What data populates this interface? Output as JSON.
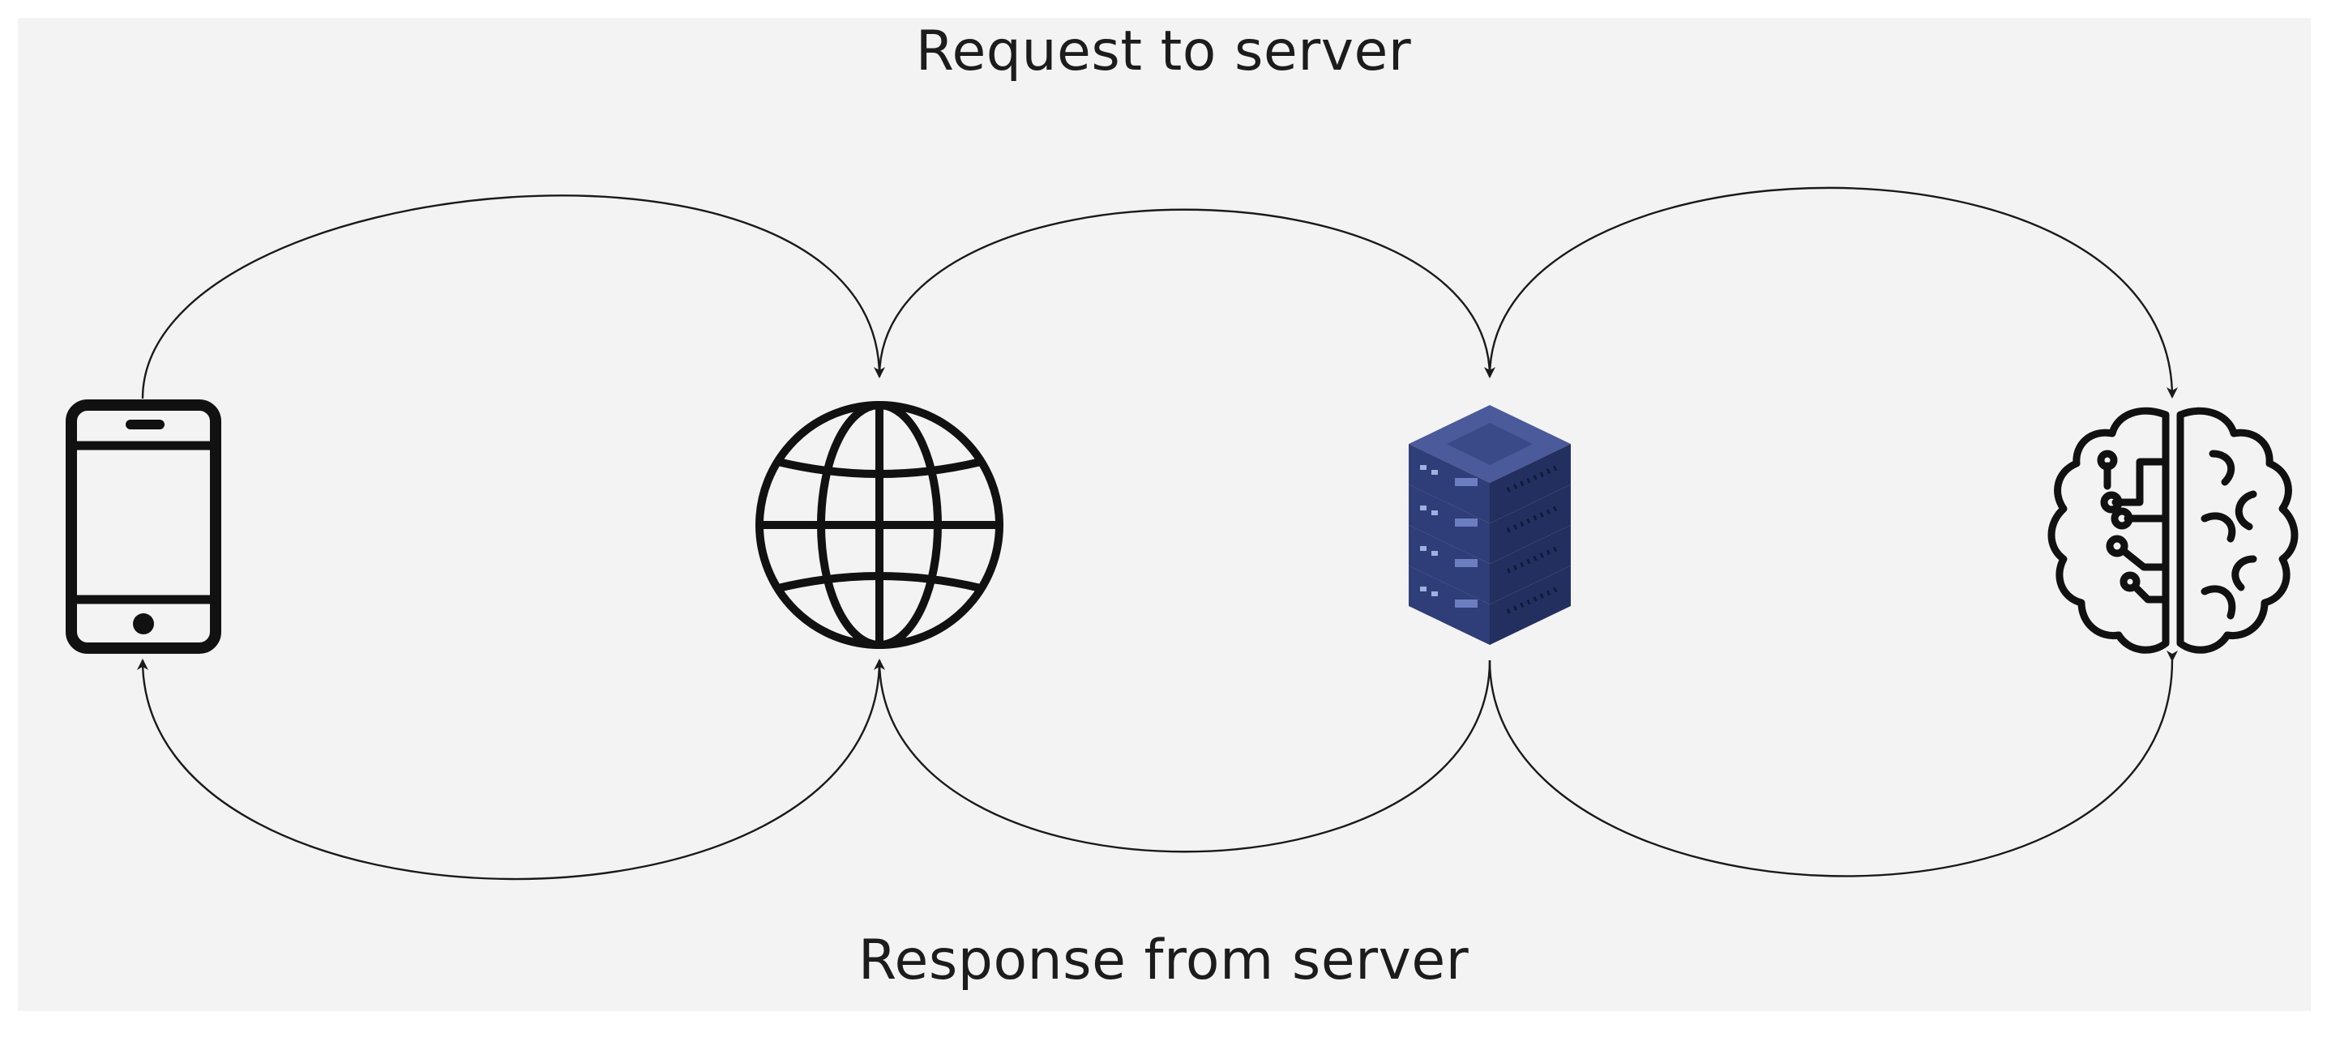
{
  "labels": {
    "request": "Request to server",
    "response": "Response from server"
  },
  "nodes": [
    {
      "id": "phone",
      "icon": "smartphone-icon"
    },
    {
      "id": "internet",
      "icon": "globe-icon"
    },
    {
      "id": "server",
      "icon": "server-stack-icon"
    },
    {
      "id": "ai",
      "icon": "brain-circuit-icon"
    }
  ],
  "colors": {
    "background": "#f3f3f3",
    "line": "#1a1a1a",
    "server_top": "#4a5a9a",
    "server_body": "#2f3d78",
    "server_dark": "#23305f"
  }
}
